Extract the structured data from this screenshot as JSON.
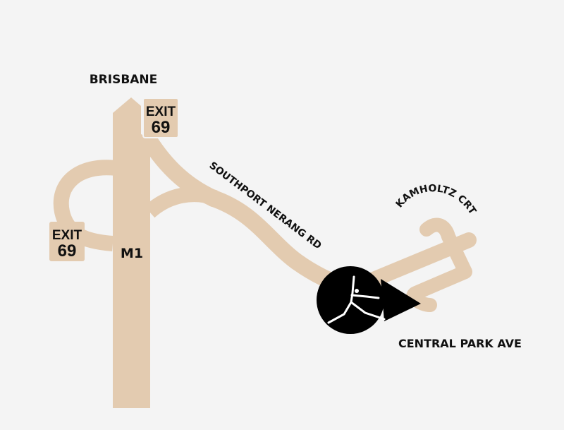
{
  "map": {
    "colors": {
      "road": "#e3cbb0",
      "background": "#f4f4f4",
      "marker": "#000000"
    },
    "labels": {
      "north": "BRISBANE",
      "motorway": "M1",
      "road_main": "SOUTHPORT NERANG RD",
      "road_side": "KAMHOLTZ CRT",
      "road_destination": "CENTRAL PARK AVE"
    },
    "exit_signs": [
      {
        "line1": "EXIT",
        "line2": "69"
      },
      {
        "line1": "EXIT",
        "line2": "69"
      }
    ],
    "marker": {
      "icon": "dancer-icon"
    }
  }
}
